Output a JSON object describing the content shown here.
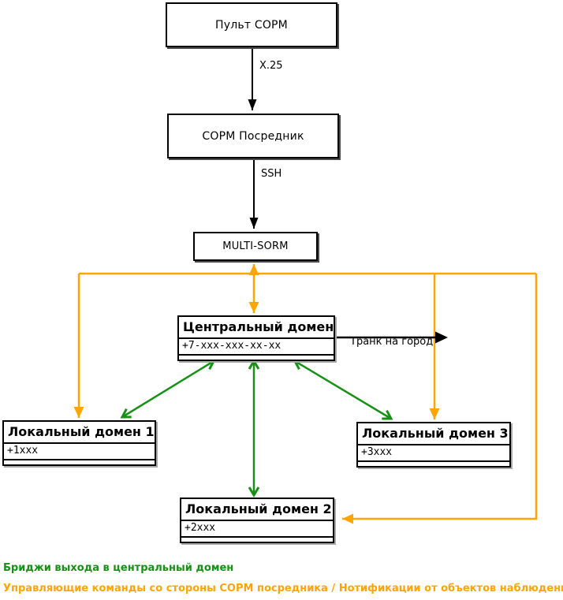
{
  "diagram": {
    "nodes": {
      "pult_sorm": {
        "label": "Пульт СОРМ"
      },
      "sorm_posrednik": {
        "label": "СОРМ Посредник"
      },
      "multi_sorm": {
        "label": "MULTI-SORM"
      },
      "central_domain": {
        "title": "Центральный домен",
        "number": "+7-xxx-xxx-xx-xx"
      },
      "local_domain_1": {
        "title": "Локальный домен 1",
        "number": "+1xxx"
      },
      "local_domain_2": {
        "title": "Локальный домен 2",
        "number": "+2xxx"
      },
      "local_domain_3": {
        "title": "Локальный домен 3",
        "number": "+3xxx"
      }
    },
    "edge_labels": {
      "x25": "X.25",
      "ssh": "SSH",
      "trunk": "Транк на город"
    },
    "colors": {
      "bridge_green": "#169116",
      "control_orange": "#FFA500",
      "line_black": "#000000"
    },
    "legend": [
      {
        "text": "Бриджи выхода в центральный домен",
        "color": "#169116"
      },
      {
        "text": "Управляющие команды со стороны СОРМ посредника / Нотификации от объектов наблюдения",
        "color": "#FFA500"
      }
    ]
  }
}
